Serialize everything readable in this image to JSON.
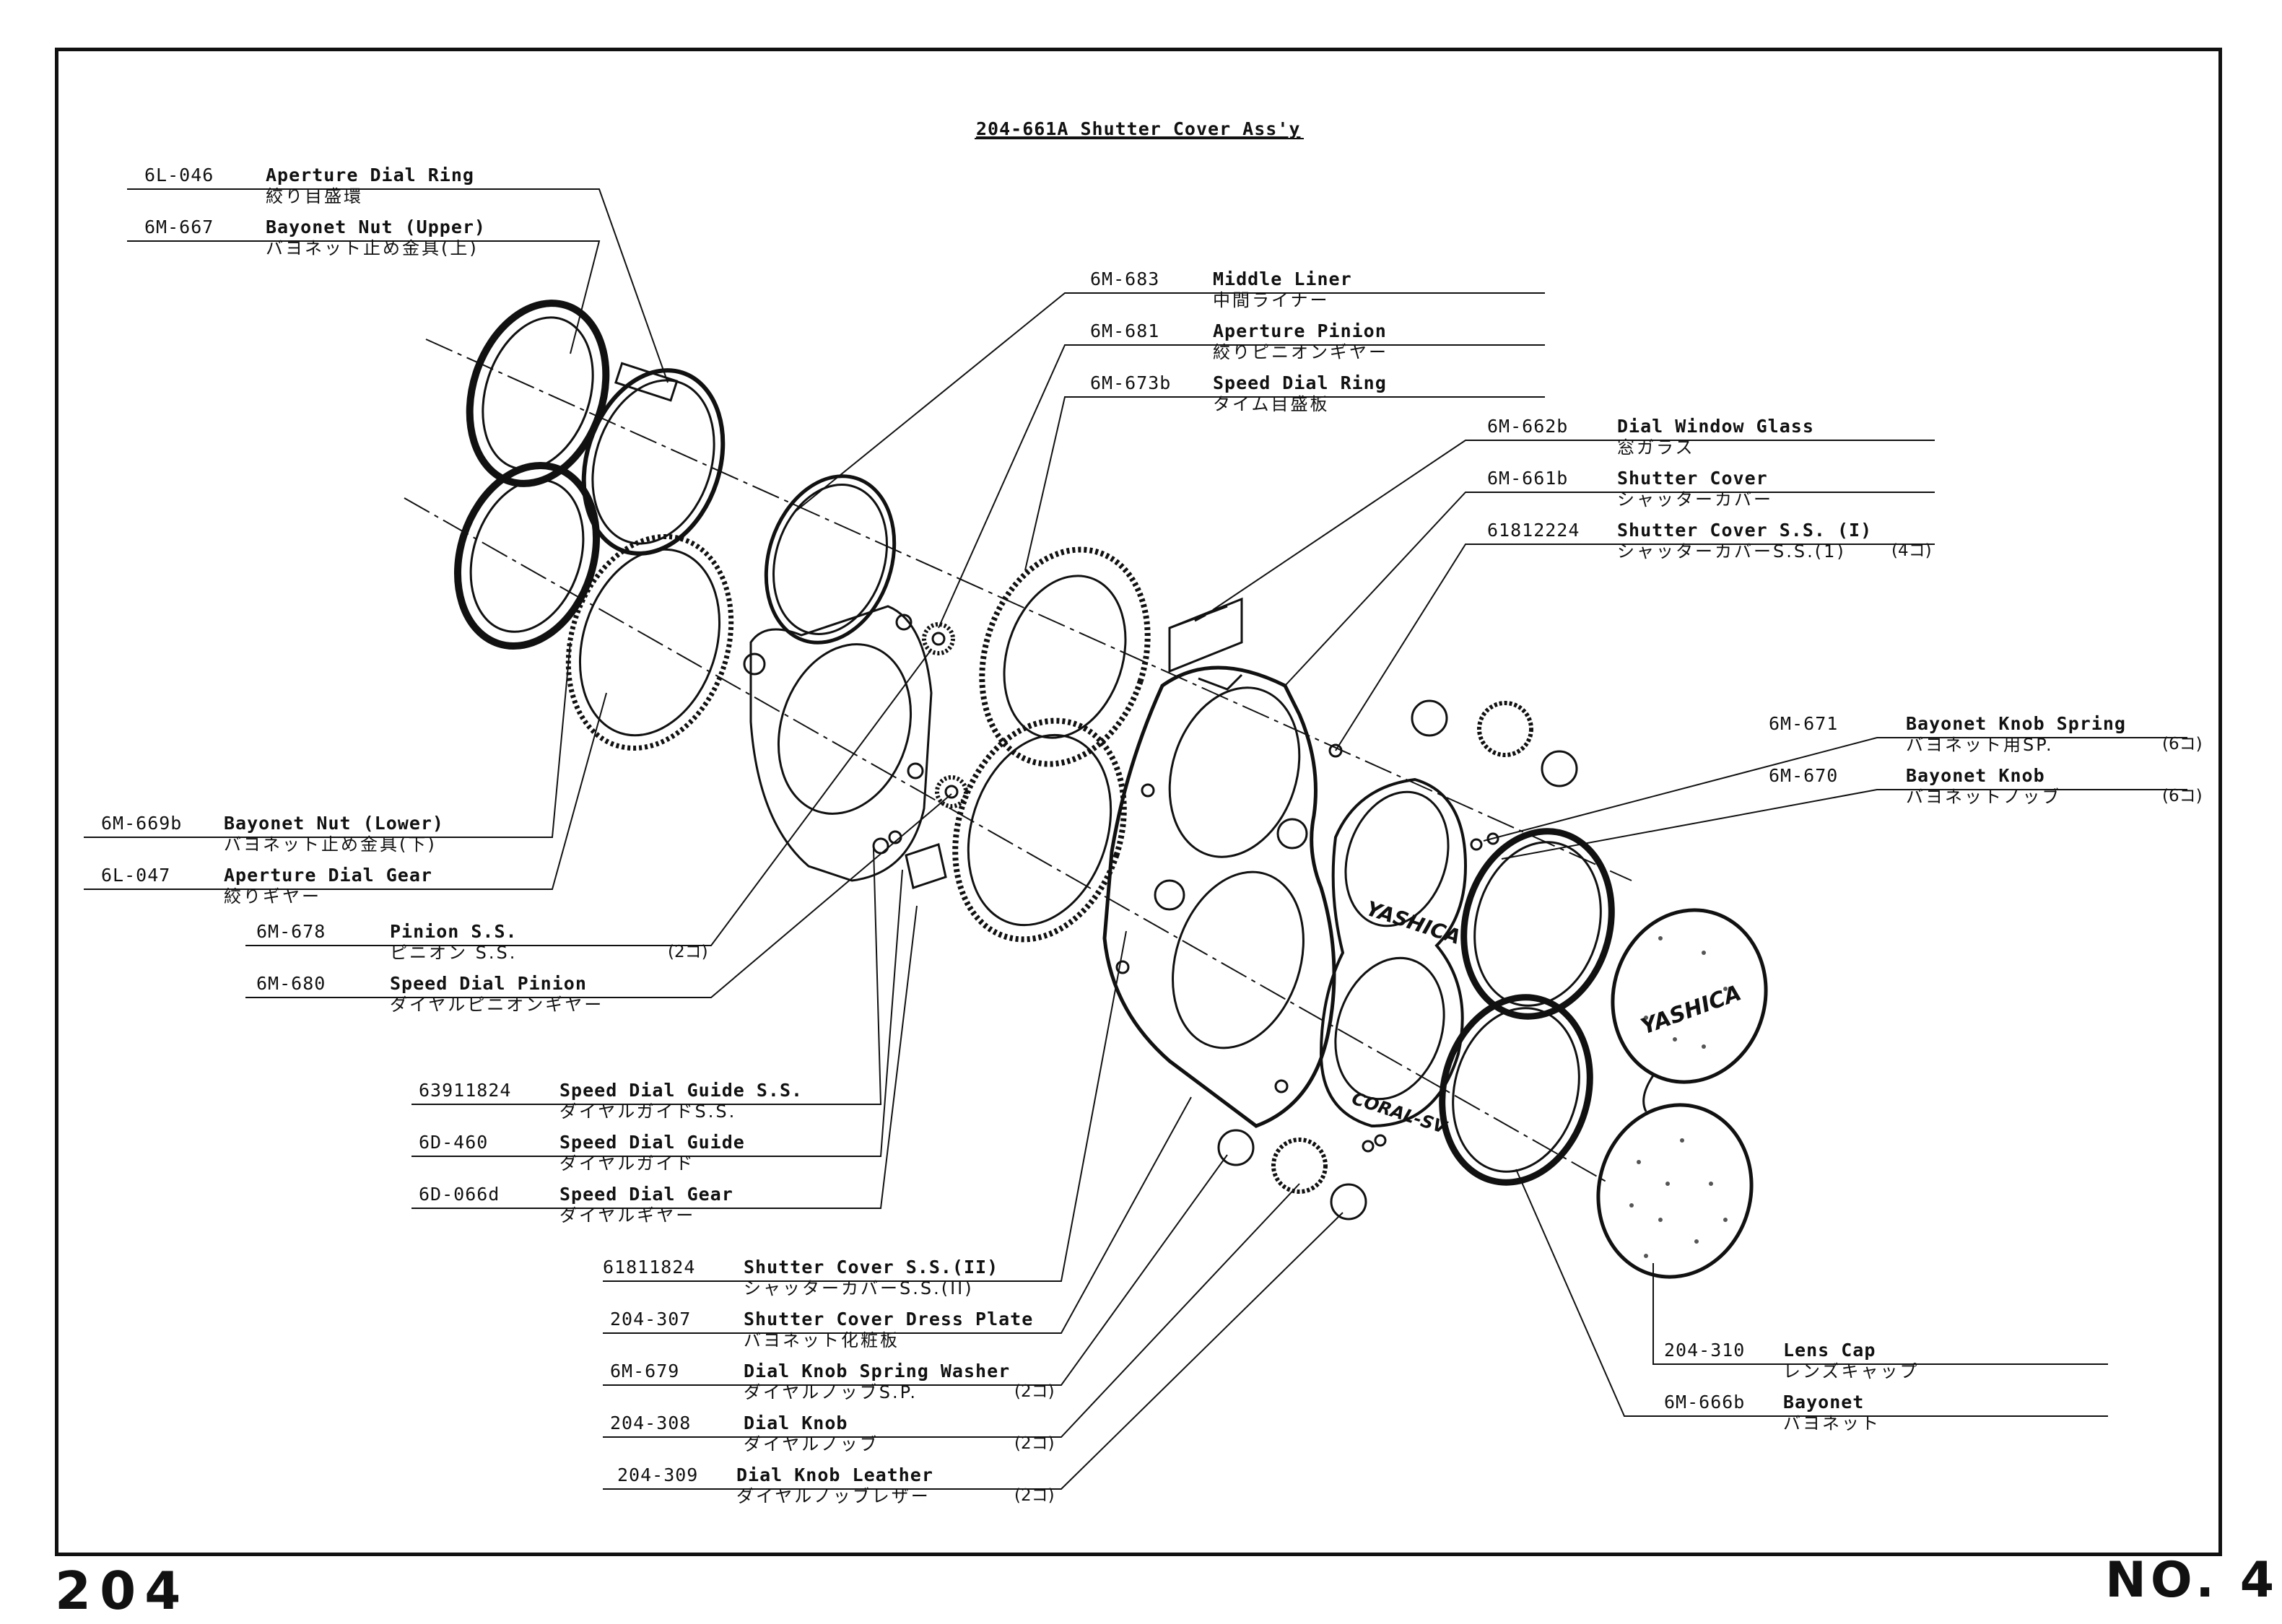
{
  "diagram": {
    "title": "204-661A  Shutter Cover Ass'y",
    "page_number": "204",
    "sheet_number": "NO. 4",
    "parts": [
      {
        "code": "6L-046",
        "en": "Aperture Dial Ring",
        "jp": "絞り目盛環",
        "qty": ""
      },
      {
        "code": "6M-667",
        "en": "Bayonet Nut (Upper)",
        "jp": "バヨネット止め金具(上)",
        "qty": ""
      },
      {
        "code": "6M-683",
        "en": "Middle Liner",
        "jp": "中間ライナー",
        "qty": ""
      },
      {
        "code": "6M-681",
        "en": "Aperture Pinion",
        "jp": "絞りピニオンギヤー",
        "qty": ""
      },
      {
        "code": "6M-673b",
        "en": "Speed Dial Ring",
        "jp": "タイム目盛板",
        "qty": ""
      },
      {
        "code": "6M-662b",
        "en": "Dial Window Glass",
        "jp": "窓ガラス",
        "qty": ""
      },
      {
        "code": "6M-661b",
        "en": "Shutter Cover",
        "jp": "シャッターカバー",
        "qty": ""
      },
      {
        "code": "61812224",
        "en": "Shutter Cover S.S. (I)",
        "jp": "シャッターカバーS.S.(1)",
        "qty": "(4コ)"
      },
      {
        "code": "6M-671",
        "en": "Bayonet Knob Spring",
        "jp": "バヨネット用SP.",
        "qty": "(6コ)"
      },
      {
        "code": "6M-670",
        "en": "Bayonet Knob",
        "jp": "バヨネットノッブ",
        "qty": "(6コ)"
      },
      {
        "code": "6M-669b",
        "en": "Bayonet Nut (Lower)",
        "jp": "バヨネット止め金具(下)",
        "qty": ""
      },
      {
        "code": "6L-047",
        "en": "Aperture Dial Gear",
        "jp": "絞りギヤー",
        "qty": ""
      },
      {
        "code": "6M-678",
        "en": "Pinion S.S.",
        "jp": "ピニオン S.S.",
        "qty": "(2コ)"
      },
      {
        "code": "6M-680",
        "en": "Speed Dial Pinion",
        "jp": "ダイヤルピニオンギヤー",
        "qty": ""
      },
      {
        "code": "63911824",
        "en": "Speed Dial Guide S.S.",
        "jp": "ダイヤルガイドS.S.",
        "qty": ""
      },
      {
        "code": "6D-460",
        "en": "Speed Dial Guide",
        "jp": "ダイヤルガイド",
        "qty": ""
      },
      {
        "code": "6D-066d",
        "en": "Speed Dial Gear",
        "jp": "ダイヤルギヤー",
        "qty": ""
      },
      {
        "code": "61811824",
        "en": "Shutter Cover S.S.(II)",
        "jp": "シャッターカバーS.S.(II)",
        "qty": ""
      },
      {
        "code": "204-307",
        "en": "Shutter Cover Dress Plate",
        "jp": "バヨネット化粧板",
        "qty": ""
      },
      {
        "code": "6M-679",
        "en": "Dial Knob Spring Washer",
        "jp": "ダイヤルノッブS.P.",
        "qty": "(2コ)"
      },
      {
        "code": "204-308",
        "en": "Dial Knob",
        "jp": "ダイヤルノッブ",
        "qty": "(2コ)"
      },
      {
        "code": "204-309",
        "en": "Dial Knob Leather",
        "jp": "ダイヤルノッブレザー",
        "qty": "(2コ)"
      },
      {
        "code": "204-310",
        "en": "Lens Cap",
        "jp": "レンズキャップ",
        "qty": ""
      },
      {
        "code": "6M-666b",
        "en": "Bayonet",
        "jp": "バヨネット",
        "qty": ""
      }
    ],
    "logos": {
      "cover_brand": "YASHICA",
      "cover_model": "CORAL-SV",
      "cap_brand": "YASHICA"
    }
  }
}
